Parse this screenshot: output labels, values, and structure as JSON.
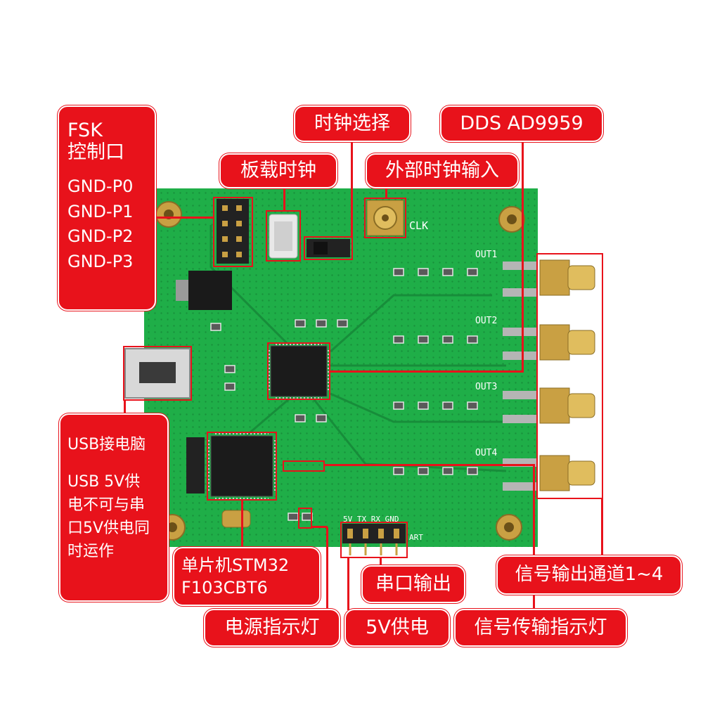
{
  "colors": {
    "pcb": "#1fae48",
    "label_bg": "#e8121b",
    "label_text": "#ffffff",
    "gold": "#c9a043"
  },
  "silkscreen": {
    "out1": "OUT1",
    "out2": "OUT2",
    "out3": "OUT3",
    "out4": "OUT4",
    "clk": "CLK",
    "uart_pins": "5V TX RX GND",
    "uart": "ART"
  },
  "labels": {
    "fsk": {
      "title_1": "FSK",
      "title_2": "控制口",
      "lines": [
        "GND-P0",
        "GND-P1",
        "GND-P2",
        "GND-P3"
      ]
    },
    "onboard_clock": "板载时钟",
    "clock_select": "时钟选择",
    "external_clock": "外部时钟输入",
    "dds": "DDS AD9959",
    "usb": {
      "line1": "USB接电脑",
      "line2": "USB 5V供",
      "line3": "电不可与串",
      "line4": "口5V供电同",
      "line5": "时运作"
    },
    "mcu": {
      "line1": "单片机STM32",
      "line2": "F103CBT6"
    },
    "signal_out": "信号输出通道1~4",
    "serial_out": "串口输出",
    "power_led": "电源指示灯",
    "power_5v": "5V供电",
    "signal_led": "信号传输指示灯"
  }
}
